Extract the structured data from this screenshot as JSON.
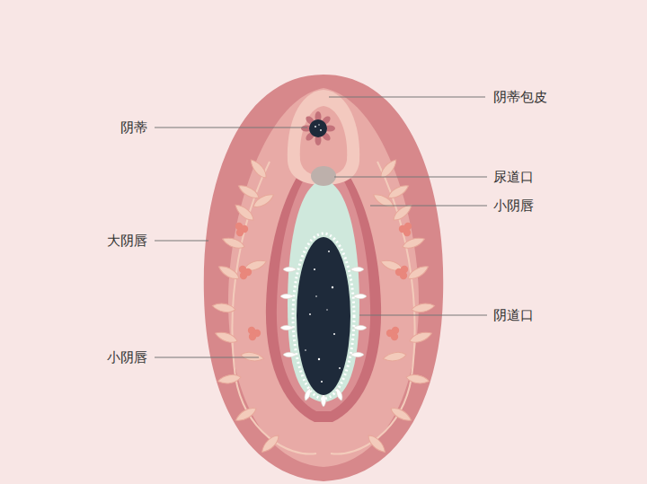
{
  "diagram": {
    "labels": [
      "阴蒂包皮",
      "阴蒂",
      "尿道口",
      "小阴唇",
      "大阴唇",
      "阴道口",
      "小阴唇"
    ]
  }
}
